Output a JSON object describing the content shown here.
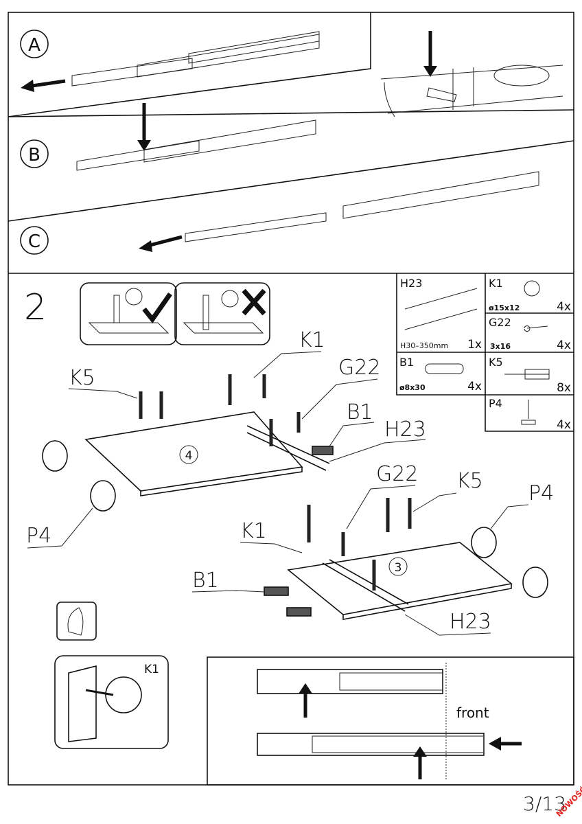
{
  "steps": {
    "a_label": "A",
    "b_label": "B",
    "c_label": "C",
    "step_number": "2"
  },
  "callouts": {
    "k1_top": "K1",
    "g22_top": "G22",
    "k5_top": "K5",
    "b1_top": "B1",
    "h23_top": "H23",
    "p4_left": "P4",
    "g22_bottom": "G22",
    "k5_bottom": "K5",
    "p4_right": "P4",
    "k1_bottom": "K1",
    "b1_bottom": "B1",
    "h23_bottom": "H23",
    "k1_detail": "K1",
    "panel_4": "4",
    "panel_3": "3"
  },
  "parts": [
    {
      "code": "H23",
      "spec": "H30–350mm",
      "qty": "1x",
      "icon": "drawer-slide-icon"
    },
    {
      "code": "K1",
      "spec": "ø15x12",
      "qty": "4x",
      "icon": "cam-lock-icon"
    },
    {
      "code": "G22",
      "spec": "3x16",
      "qty": "4x",
      "icon": "screw-icon"
    },
    {
      "code": "B1",
      "spec": "ø8x30",
      "qty": "4x",
      "icon": "dowel-icon"
    },
    {
      "code": "K5",
      "spec": "",
      "qty": "8x",
      "icon": "cam-bolt-icon"
    },
    {
      "code": "P4",
      "spec": "",
      "qty": "4x",
      "icon": "glide-nail-icon"
    }
  ],
  "detail": {
    "front_label": "front"
  },
  "footer": {
    "page": "3/13",
    "stamp": "NOWOŚĆ",
    "stamp_color": "#e0201b"
  }
}
